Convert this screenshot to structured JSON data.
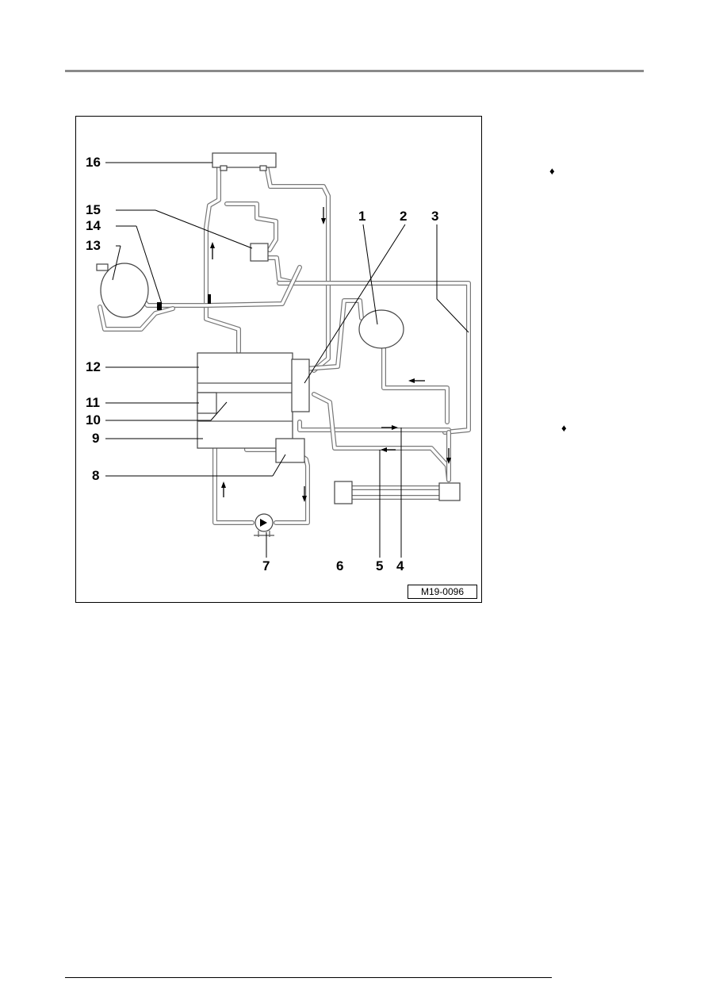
{
  "figure": {
    "reference": "M19-0096",
    "callouts": [
      "1",
      "2",
      "3",
      "4",
      "5",
      "6",
      "7",
      "8",
      "9",
      "10",
      "11",
      "12",
      "13",
      "14",
      "15",
      "16"
    ]
  },
  "side_markers": {
    "bullet_1": "♦",
    "bullet_2": "♦"
  }
}
